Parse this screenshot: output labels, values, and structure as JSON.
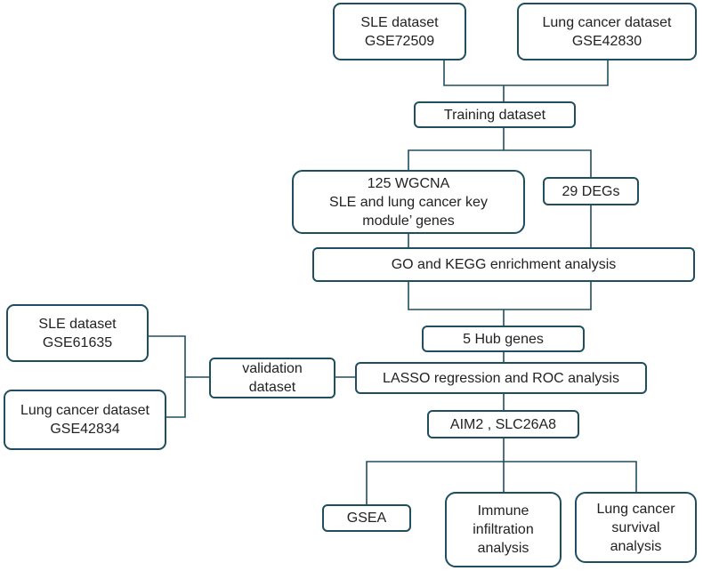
{
  "colors": {
    "border": "#1f4e5f",
    "line": "#1f4e5f",
    "text": "#222222",
    "background": "#ffffff"
  },
  "nodes": {
    "sle_train": {
      "lines": [
        "SLE dataset",
        "GSE72509"
      ]
    },
    "lung_train": {
      "lines": [
        "Lung cancer dataset",
        "GSE42830"
      ]
    },
    "training": {
      "lines": [
        "Training dataset"
      ]
    },
    "wgcna": {
      "lines": [
        "125 WGCNA",
        "SLE and lung cancer key",
        "module’ genes"
      ]
    },
    "degs": {
      "lines": [
        "29 DEGs"
      ]
    },
    "go_kegg": {
      "lines": [
        "GO and KEGG enrichment analysis"
      ]
    },
    "hub": {
      "lines": [
        "5 Hub genes"
      ]
    },
    "lasso": {
      "lines": [
        "LASSO regression and ROC analysis"
      ]
    },
    "genes": {
      "lines": [
        "AIM2 , SLC26A8"
      ]
    },
    "gsea": {
      "lines": [
        "GSEA"
      ]
    },
    "immune": {
      "lines": [
        "Immune",
        "infiltration",
        "analysis"
      ]
    },
    "survival": {
      "lines": [
        "Lung cancer",
        "survival",
        "analysis"
      ]
    },
    "sle_valid": {
      "lines": [
        "SLE dataset",
        "GSE61635"
      ]
    },
    "lung_valid": {
      "lines": [
        "Lung cancer dataset",
        "GSE42834"
      ]
    },
    "validation": {
      "lines": [
        "validation",
        "dataset"
      ]
    }
  }
}
